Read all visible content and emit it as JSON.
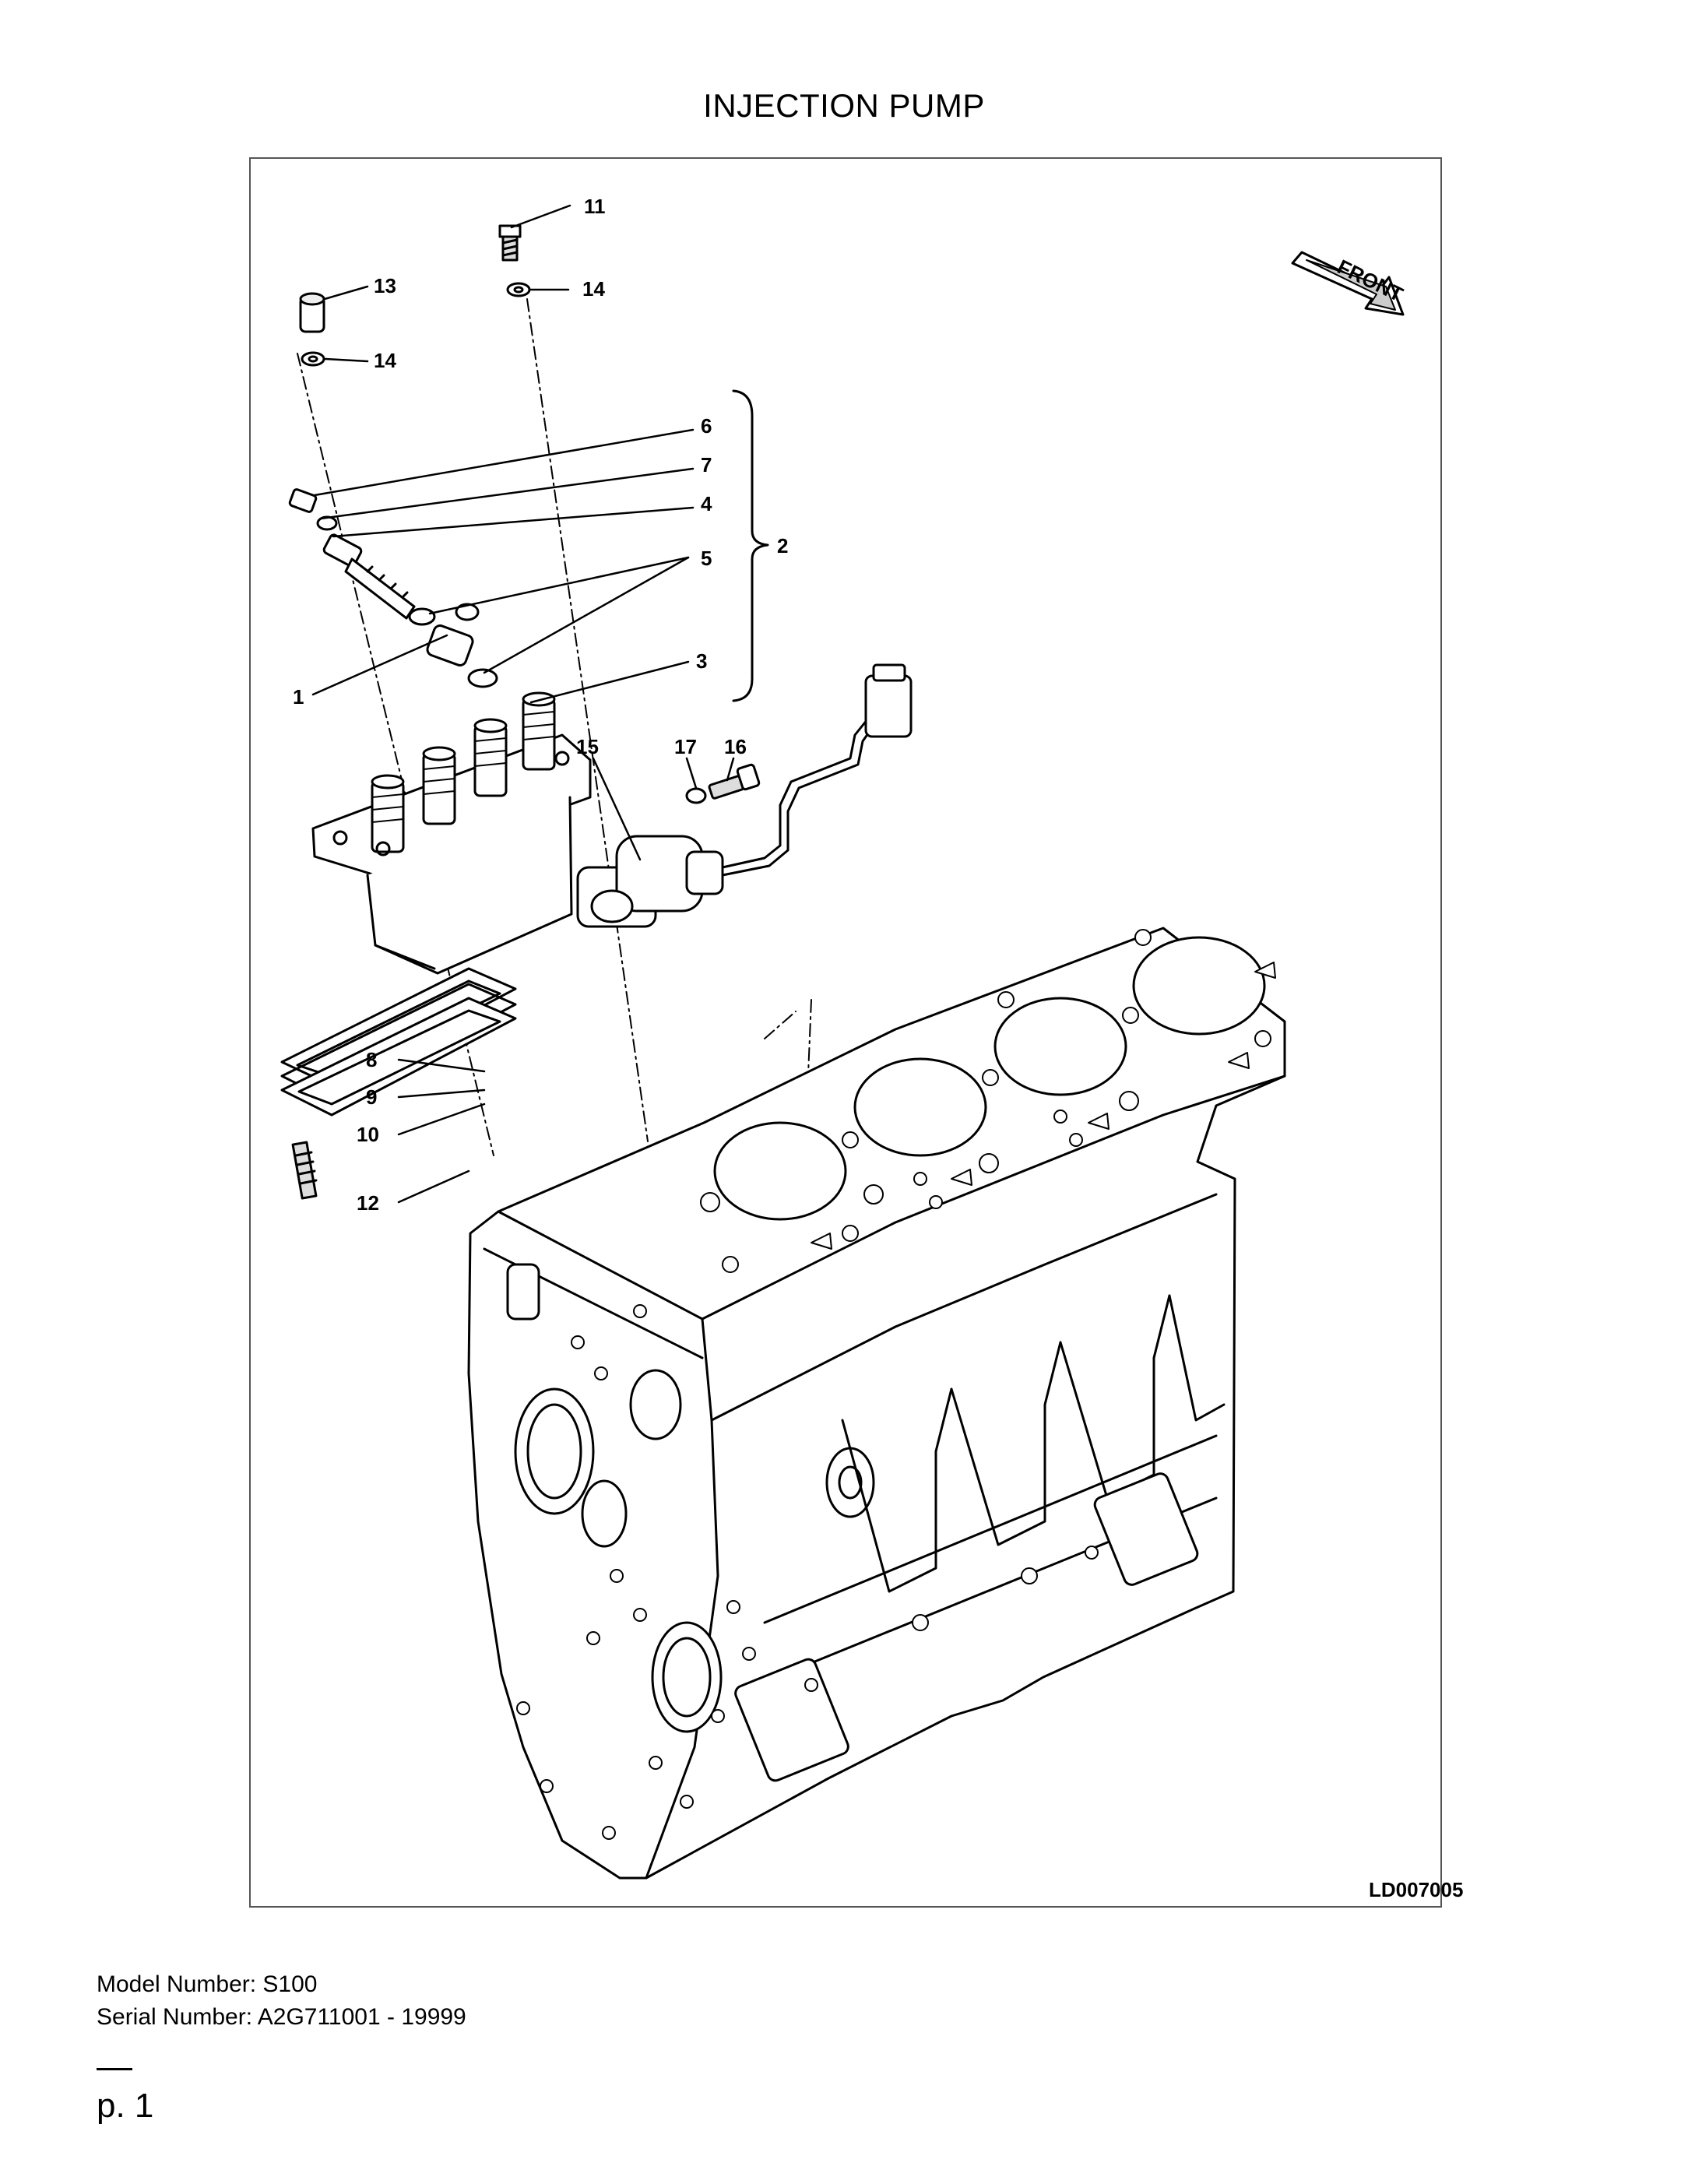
{
  "title": "INJECTION PUMP",
  "drawing_code": "LD007005",
  "front_label": "FRONT",
  "callouts": [
    "1",
    "2",
    "3",
    "4",
    "5",
    "6",
    "7",
    "8",
    "9",
    "10",
    "11",
    "12",
    "13",
    "14",
    "14",
    "15",
    "16",
    "17"
  ],
  "model_line": "Model Number: S100",
  "serial_line": "Serial Number: A2G711001 - 19999",
  "page_label": "p. 1"
}
